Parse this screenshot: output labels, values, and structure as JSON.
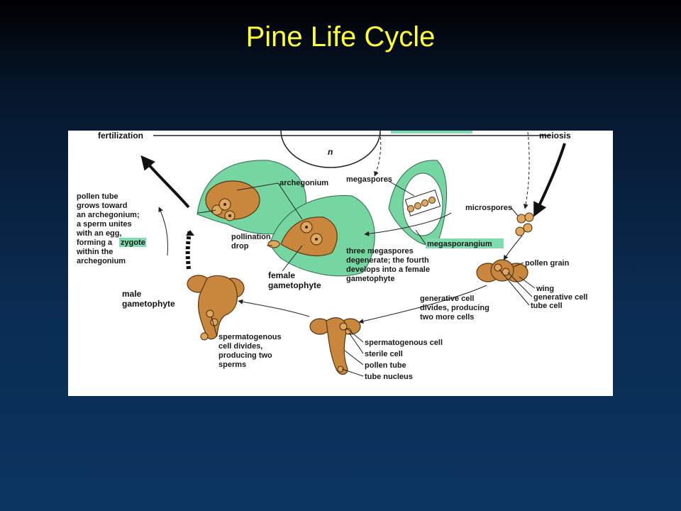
{
  "slide": {
    "title": "Pine Life Cycle"
  },
  "labels": {
    "fertilization": "fertilization",
    "meiosis": "meiosis",
    "n": "n",
    "archegonium": "archegonium",
    "megaspores": "megaspores",
    "microspores": "microspores",
    "pollen_tube_desc": [
      "pollen tube",
      "grows toward",
      "an archegonium;",
      "a sperm unites",
      "with an egg,",
      "forming a",
      "within the",
      "archegonium"
    ],
    "zygote": "zygote",
    "pollination_drop": [
      "pollination",
      "drop"
    ],
    "female_gametophyte": [
      "female",
      "gametophyte"
    ],
    "three_megaspores": [
      "three megaspores",
      "degenerate; the fourth",
      "develops into a female",
      "gametophyte"
    ],
    "megasporangium": "megasporangium",
    "pollen_grain": "pollen grain",
    "wing": "wing",
    "generative_cell": "generative cell",
    "tube_cell": "tube cell",
    "male_gametophyte": [
      "male",
      "gametophyte"
    ],
    "generative_divides": [
      "generative cell",
      "divides, producing",
      "two more cells"
    ],
    "spermatogenous_divides": [
      "spermatogenous",
      "cell divides,",
      "producing two",
      "sperms"
    ],
    "spermatogenous_cell": "spermatogenous cell",
    "sterile_cell": "sterile cell",
    "pollen_tube": "pollen tube",
    "tube_nucleus": "tube nucleus"
  },
  "colors": {
    "title": "#ffff33",
    "tissue": "#76d6a1",
    "highlight": "#7fdcae",
    "structure": "#c8873c"
  }
}
